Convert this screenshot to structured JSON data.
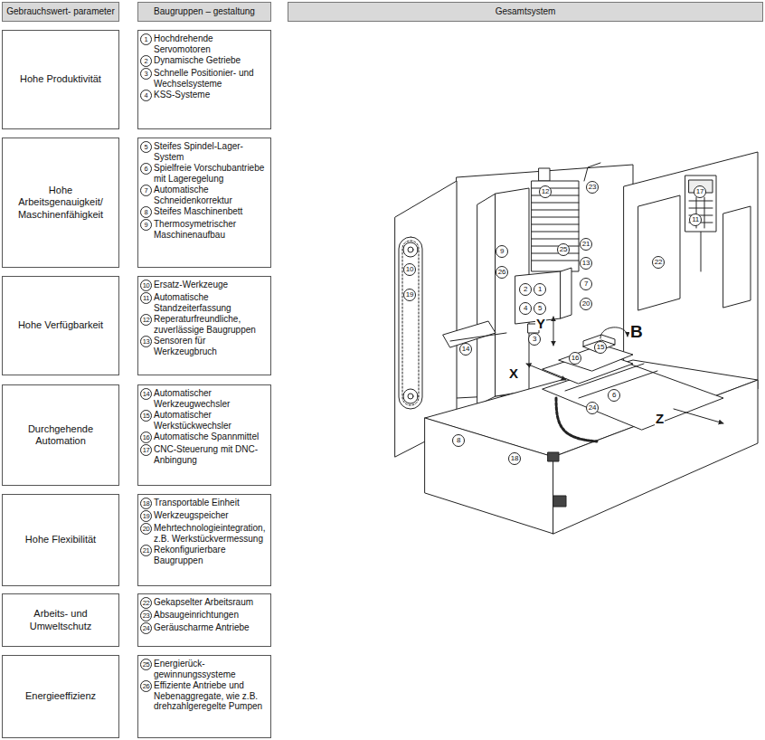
{
  "diagram": {
    "nodes": [
      {
        "text": [
          "Gebrauchswert- parameter"
        ]
      },
      {
        "text": [
          "Baugruppen – gestaltung"
        ]
      },
      {
        "text": [
          "Gesamtsystem"
        ]
      },
      {
        "text": [
          "Hohe Produktivität"
        ]
      },
      {
        "text": [
          "1",
          "Hochdrehende Servomotoren",
          "2",
          "Dynamische Getriebe",
          "3",
          "Schnelle Positionier- und Wechselsysteme",
          "4",
          "KSS-Systeme"
        ]
      },
      {
        "text": [
          "Hohe Arbeitsgenauigkeit/ Maschinenfähigkeit"
        ]
      },
      {
        "text": [
          "5",
          "Steifes Spindel-Lager-System",
          "6",
          "Spielfreie Vorschubantriebe mit Lageregelung",
          "7",
          "Automatische Schneidenkorrektur",
          "8",
          "Steifes Maschinenbett",
          "9",
          "Thermosymetrischer Maschinenaufbau"
        ]
      },
      {
        "text": [
          "Hohe Verfügbarkeit"
        ]
      },
      {
        "text": [
          "10",
          "Ersatz-Werkzeuge",
          "11",
          "Automatische Standzeiterfassung",
          "12",
          "Reperaturfreundliche, zuverlässige Baugruppen",
          "13",
          "Sensoren für Werkzeugbruch"
        ]
      },
      {
        "text": [
          "Durchgehende Automation"
        ]
      },
      {
        "text": [
          "14",
          "Automatischer Werkzeugwechsler",
          "15",
          "Automatischer Werkstückwechsler",
          "16",
          "Automatische Spannmittel",
          "17",
          "CNC-Steuerung mit DNC- Anbingung"
        ]
      },
      {
        "text": [
          "Hohe Flexibilität"
        ]
      },
      {
        "text": [
          "18",
          "Transportable Einheit",
          "19",
          "Werkzeugspeicher",
          "20",
          "Mehrtechnologieintegration, z.B. Werkstückvermessung",
          "21",
          "Rekonfigurierbare Baugruppen"
        ]
      },
      {
        "text": [
          "Arbeits- und Umweltschutz"
        ]
      },
      {
        "text": [
          "22",
          "Gekapselter Arbeitsraum",
          "23",
          "Absaugeinrichtungen",
          "24",
          "Geräuscharme Antriebe"
        ]
      },
      {
        "text": [
          "Energieeffizienz"
        ]
      },
      {
        "text": [
          "25",
          "Energierück- gewinnungssysteme",
          "26",
          "Effiziente Antriebe und Nebenaggregate, wie z.B. drehzahlgeregelte Pumpen"
        ]
      }
    ],
    "labels": [
      "23",
      "12",
      "17",
      "11",
      "21",
      "25",
      "22",
      "10",
      "13",
      "9",
      "7",
      "26",
      "2",
      "1",
      "19",
      "4",
      "5",
      "20",
      "Y",
      "B",
      "3",
      "15",
      "16",
      "14",
      "X",
      "6",
      "24",
      "Z",
      "8",
      "18"
    ]
  }
}
